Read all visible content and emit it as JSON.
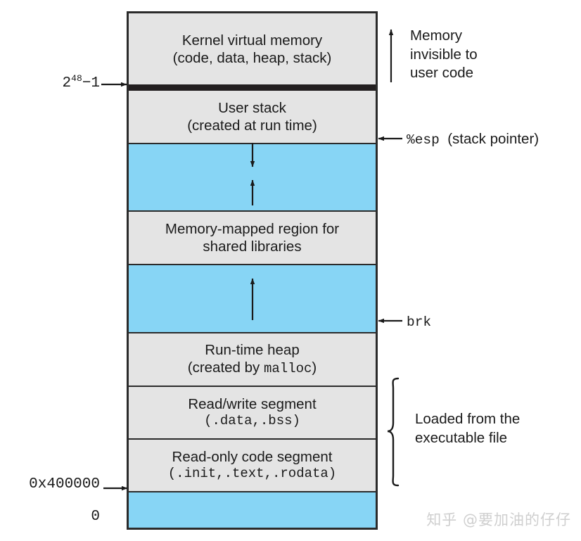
{
  "diagram": {
    "title": "Linux process virtual address space layout",
    "colors": {
      "segment_fill": "#e4e4e4",
      "gap_fill": "#87d5f5",
      "outline": "#2b2b2b",
      "kernel_bar": "#231f20",
      "text": "#1a1a1a",
      "watermark": "#cfcfcf"
    },
    "segments": [
      {
        "name": "kernel-virtual-memory",
        "line1": "Kernel virtual memory",
        "line2": "(code, data, heap, stack)",
        "fill": "gray"
      },
      {
        "name": "user-stack",
        "line1": "User stack",
        "line2": "(created at run time)",
        "fill": "gray"
      },
      {
        "name": "stack-growth-gap",
        "line1": "",
        "line2": "",
        "fill": "blue"
      },
      {
        "name": "memory-mapped-region",
        "line1": "Memory-mapped region for",
        "line2": "shared libraries",
        "fill": "gray"
      },
      {
        "name": "heap-growth-gap",
        "line1": "",
        "line2": "",
        "fill": "blue"
      },
      {
        "name": "run-time-heap",
        "line1": "Run-time heap",
        "line2_prefix": "(created by ",
        "line2_code": "malloc",
        "line2_suffix": ")",
        "fill": "gray"
      },
      {
        "name": "read-write-segment",
        "line1": "Read/write segment",
        "line2_code": "(.data,.bss)",
        "fill": "gray"
      },
      {
        "name": "read-only-code-segment",
        "line1": "Read-only code segment",
        "line2_code": "(.init,.text,.rodata)",
        "fill": "gray"
      },
      {
        "name": "reserved-low-memory",
        "line1": "",
        "line2": "",
        "fill": "blue"
      }
    ],
    "left_labels": {
      "top_address_base": "2",
      "top_address_exponent": "48",
      "top_address_suffix": "−1",
      "load_address": "0x400000",
      "zero_address": "0"
    },
    "right_labels": {
      "kernel_note_line1": "Memory",
      "kernel_note_line2": "invisible to",
      "kernel_note_line3": "user code",
      "stack_pointer_register": "%esp",
      "stack_pointer_desc": "(stack pointer)",
      "brk_label": "brk",
      "loaded_note_line1": "Loaded from the",
      "loaded_note_line2": "executable file"
    },
    "watermark": "知乎 @要加油的仔仔"
  }
}
